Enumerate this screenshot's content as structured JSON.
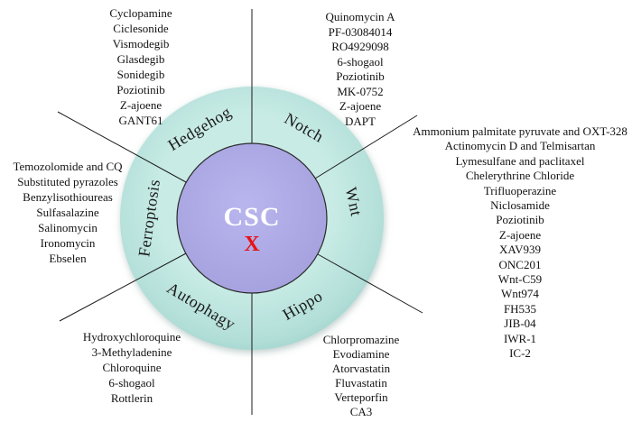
{
  "center": {
    "label": "CSC",
    "x_mark": "X"
  },
  "colors": {
    "ring_teal": "#b5e0da",
    "inner_lavender": "#aeaae4",
    "x_red": "#e81212",
    "line_black": "#1b1b1b"
  },
  "sectors": [
    {
      "name": "Hedgehog",
      "drugs": [
        "Cyclopamine",
        "Ciclesonide",
        "Vismodegib",
        "Glasdegib",
        "Sonidegib",
        "Poziotinib",
        "Z-ajoene",
        "GANT61"
      ]
    },
    {
      "name": "Notch",
      "drugs": [
        "Quinomycin A",
        "PF-03084014",
        "RO4929098",
        "6-shogaol",
        "Poziotinib",
        "MK-0752",
        "Z-ajoene",
        "DAPT"
      ]
    },
    {
      "name": "Wnt",
      "drugs": [
        "Ammonium palmitate pyruvate and OXT-328",
        "Actinomycin D and Telmisartan",
        "Lymesulfane and paclitaxel",
        "Chelerythrine Chloride",
        "Trifluoperazine",
        "Niclosamide",
        "Poziotinib",
        "Z-ajoene",
        "XAV939",
        "ONC201",
        "Wnt-C59",
        "Wnt974",
        "FH535",
        "JIB-04",
        "IWR-1",
        "IC-2"
      ]
    },
    {
      "name": "Hippo",
      "drugs": [
        "Chlorpromazine",
        "Evodiamine",
        "Atorvastatin",
        "Fluvastatin",
        "Verteporfin",
        "CA3"
      ]
    },
    {
      "name": "Autophagy",
      "drugs": [
        "Hydroxychloroquine",
        "3-Methyladenine",
        "Chloroquine",
        "6-shogaol",
        "Rottlerin"
      ]
    },
    {
      "name": "Ferroptosis",
      "drugs": [
        "Temozolomide and CQ",
        "Substituted pyrazoles",
        "Benzylisothioureas",
        "Sulfasalazine",
        "Salinomycin",
        "Ironomycin",
        "Ebselen"
      ]
    }
  ]
}
